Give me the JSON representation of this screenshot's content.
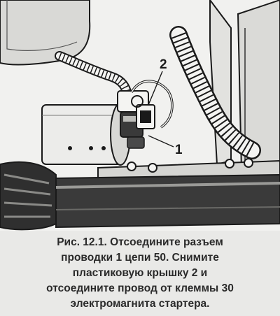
{
  "figure": {
    "callouts": {
      "label_1": "1",
      "label_2": "2"
    }
  },
  "caption": {
    "lines": [
      "Рис. 12.1. Отсоедините разъем",
      "проводки 1 цепи 50. Снимите",
      "пластиковую крышку 2 и",
      "отсоедините провод от клеммы 30",
      "электромагнита стартера."
    ]
  },
  "colors": {
    "ink": "#1a1a1a",
    "paper": "#f1f1ef",
    "caption_text": "#2a2a2a"
  }
}
